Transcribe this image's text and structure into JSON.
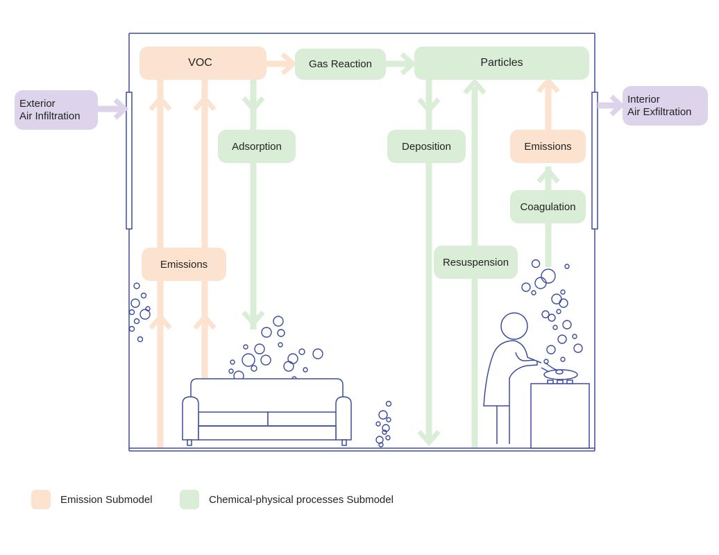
{
  "nodes": {
    "voc": "VOC",
    "gas_reaction": "Gas Reaction",
    "particles": "Particles",
    "adsorption": "Adsorption",
    "deposition": "Deposition",
    "emissions_left": "Emissions",
    "emissions_right": "Emissions",
    "coagulation": "Coagulation",
    "resuspension": "Resuspension",
    "exterior_line1": "Exterior",
    "exterior_line2": "Air Infiltration",
    "interior_line1": "Interior",
    "interior_line2": "Air Exfiltration"
  },
  "legend": {
    "emission": "Emission Submodel",
    "chemical": "Chemical-physical processes Submodel"
  },
  "colors": {
    "emission": "#fbe3cf",
    "chemical": "#d9edd7",
    "airflow": "#ddd3ea",
    "outline": "#3a4aa0"
  }
}
